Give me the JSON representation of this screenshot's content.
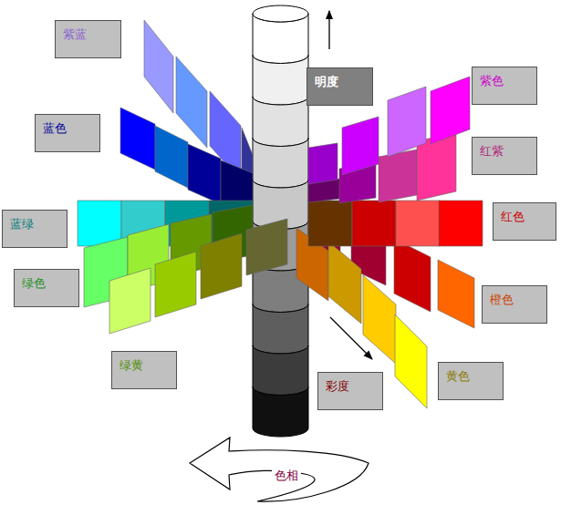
{
  "diagram": {
    "nodes": [
      {
        "text": [
          "紫蓝"
        ]
      },
      {
        "text": [
          "明度"
        ]
      },
      {
        "text": [
          "紫色"
        ]
      },
      {
        "text": [
          "蓝色"
        ]
      },
      {
        "text": [
          "红紫"
        ]
      },
      {
        "text": [
          "红色"
        ]
      },
      {
        "text": [
          "蓝绿"
        ]
      },
      {
        "text": [
          "绿色"
        ]
      },
      {
        "text": [
          "橙色"
        ]
      },
      {
        "text": [
          "绿黄"
        ]
      },
      {
        "text": [
          "彩度"
        ]
      },
      {
        "text": [
          "黄色"
        ]
      }
    ],
    "labels": [
      "色相"
    ]
  }
}
